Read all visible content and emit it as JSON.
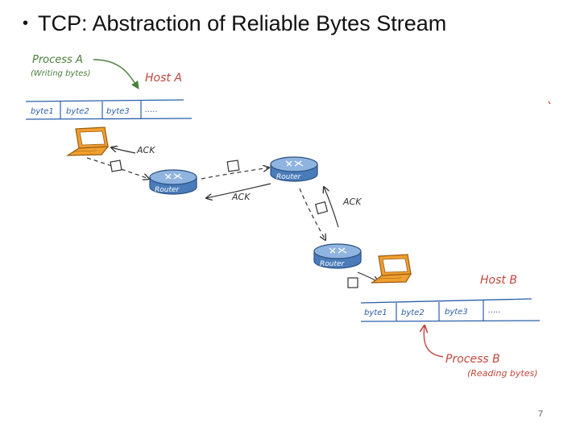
{
  "slide": {
    "title": "TCP: Abstraction of Reliable Bytes Stream",
    "page_number": "7"
  },
  "sender": {
    "process_label": "Process A",
    "process_sublabel": "(Writing bytes)",
    "host_label": "Host A",
    "stream_cells": [
      "byte1",
      "byte2",
      "byte3",
      "....."
    ]
  },
  "receiver": {
    "process_label": "Process B",
    "process_sublabel": "(Reading bytes)",
    "host_label": "Host B",
    "stream_cells": [
      "byte1",
      "byte2",
      "byte3",
      "....."
    ]
  },
  "network": {
    "router_label": "Router",
    "ack_label": "ACK"
  },
  "colors": {
    "stream_ink": "#2b5fa8",
    "host_ink": "#c2463a",
    "process_a_ink": "#4a7f3a",
    "laptop_fill": "#f0a030",
    "router_fill": "#5b8ec9",
    "link_ink": "#333333"
  }
}
